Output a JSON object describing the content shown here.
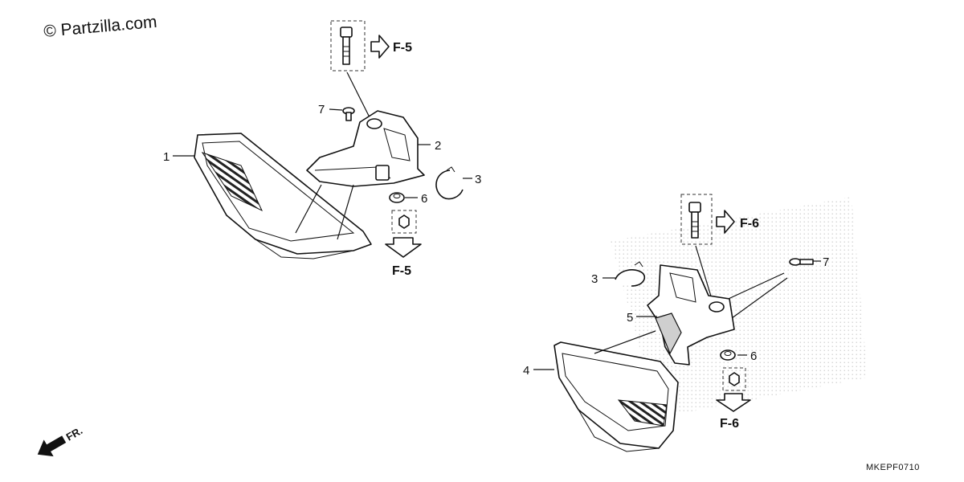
{
  "watermark": "© Partzilla.com",
  "diagram_code": "MKEPF0710",
  "direction_label": "FR.",
  "references": {
    "upper_bolt": "F-5",
    "upper_nut": "F-5",
    "lower_bolt": "F-6",
    "lower_nut": "F-6"
  },
  "callouts": {
    "left_1": "1",
    "left_2": "2",
    "left_3": "3",
    "left_6": "6",
    "left_7": "7",
    "right_3": "3",
    "right_4": "4",
    "right_5": "5",
    "right_6": "6",
    "right_7": "7"
  }
}
